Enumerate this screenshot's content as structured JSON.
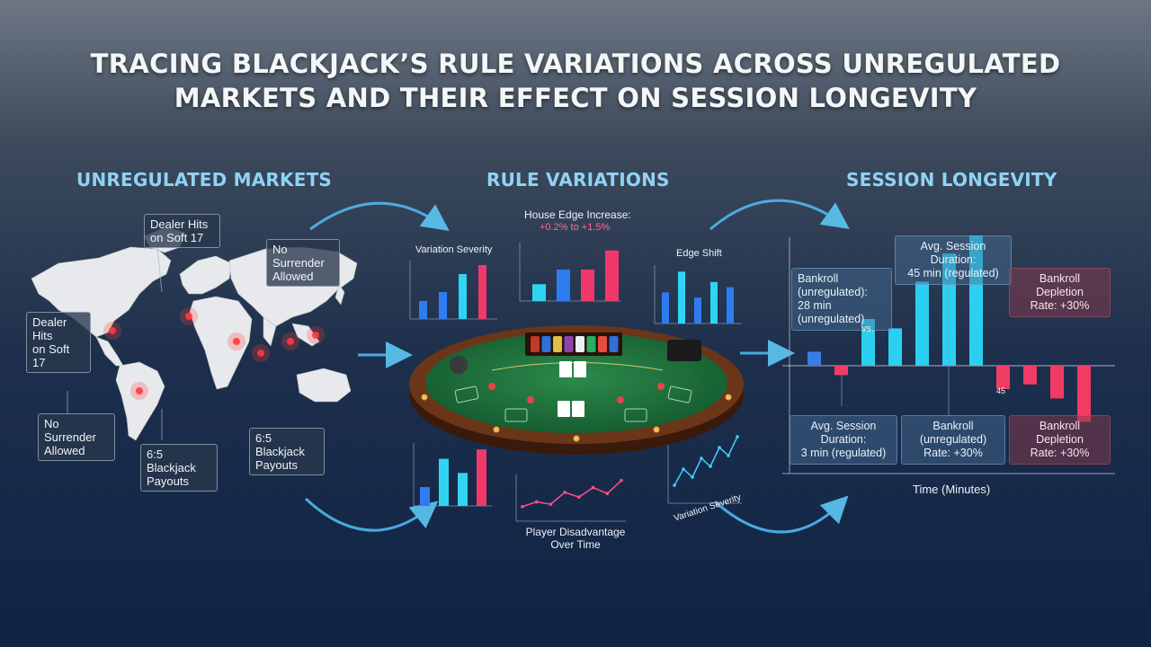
{
  "title_line1": "TRACING BLACKJACK’S RULE VARIATIONS ACROSS UNREGULATED",
  "title_line2": "MARKETS AND THEIR EFFECT ON SESSION LONGEVITY",
  "sections": {
    "markets": "UNREGULATED MARKETS",
    "rules": "RULE VARIATIONS",
    "longevity": "SESSION LONGEVITY"
  },
  "map_labels": {
    "dealer_hits_top": [
      "Dealer Hits",
      "on Soft 17"
    ],
    "no_surrender_top": [
      "No Surrender",
      "Allowed"
    ],
    "dealer_hits_left": [
      "Dealer Hits",
      "on Soft 17"
    ],
    "no_surrender_bottom": [
      "No Surrender",
      "Allowed"
    ],
    "payout_65_bottom": [
      "6:5 Blackjack",
      "Payouts"
    ],
    "payout_65_right": [
      "6:5 Blackjack",
      "Payouts"
    ]
  },
  "rule_charts": {
    "variation_severity_title": "Variation Severity",
    "house_edge_title": "House Edge Increase:",
    "house_edge_value": "+0.2% to +1.5%",
    "edge_shift_title": "Edge Shift",
    "player_disadvantage": [
      "Player Disadvantage",
      "Over Time"
    ],
    "variation_severity_bottom": "Variation Severity"
  },
  "longevity_chart": {
    "xlabel": "Time (Minutes)",
    "avg_top": [
      "Avg. Session Duration:",
      "45 min (regulated)"
    ],
    "bankroll_left": [
      "Bankroll (unregulated):",
      "28 min (unregulated)"
    ],
    "depletion_top": [
      "Bankroll Depletion",
      "Rate: +30%"
    ],
    "vs_label": "vs.",
    "avg_bottom": [
      "Avg. Session Duration:",
      "3 min (regulated)"
    ],
    "bankroll_bottom": [
      "Bankroll (unregulated)",
      "Rate: +30%"
    ],
    "depletion_bottom": [
      "Bankroll Depletion",
      "Rate: +30%"
    ],
    "pct_label": "45"
  },
  "chart_data": [
    {
      "type": "bar",
      "title": "Variation Severity",
      "values": [
        2,
        3,
        5,
        6
      ]
    },
    {
      "type": "bar",
      "title": "House Edge Increase:",
      "values": [
        1.5,
        2.8,
        2.8,
        4.5
      ]
    },
    {
      "type": "bar",
      "title": "Edge Shift",
      "values": [
        3,
        5,
        2.5,
        4,
        3.5
      ]
    },
    {
      "type": "bar",
      "title": "",
      "values": [
        2,
        5,
        3.5,
        6
      ]
    },
    {
      "type": "line",
      "title": "Player Disadvantage Over Time",
      "values": [
        1,
        1.4,
        1.2,
        2.2,
        1.8,
        2.6,
        2.1,
        3.2
      ]
    },
    {
      "type": "line",
      "title": "Variation Severity",
      "values": [
        1,
        2.2,
        1.6,
        3,
        2.4,
        3.8,
        3.2,
        4.6
      ]
    },
    {
      "type": "bar",
      "title": "",
      "xlabel": "Time (Minutes)",
      "values": [
        0.3,
        -0.2,
        1.0,
        0.8,
        1.8,
        2.4,
        3.0,
        -0.5,
        -0.4,
        -0.7,
        -1.2
      ]
    }
  ],
  "colors": {
    "accent": "#8fd3f5",
    "bar_blue": "#2f7cf0",
    "bar_cyan": "#30d4f2",
    "bar_red": "#f0386b",
    "felt": "#1c6b3a",
    "wood": "#5a2a14"
  }
}
